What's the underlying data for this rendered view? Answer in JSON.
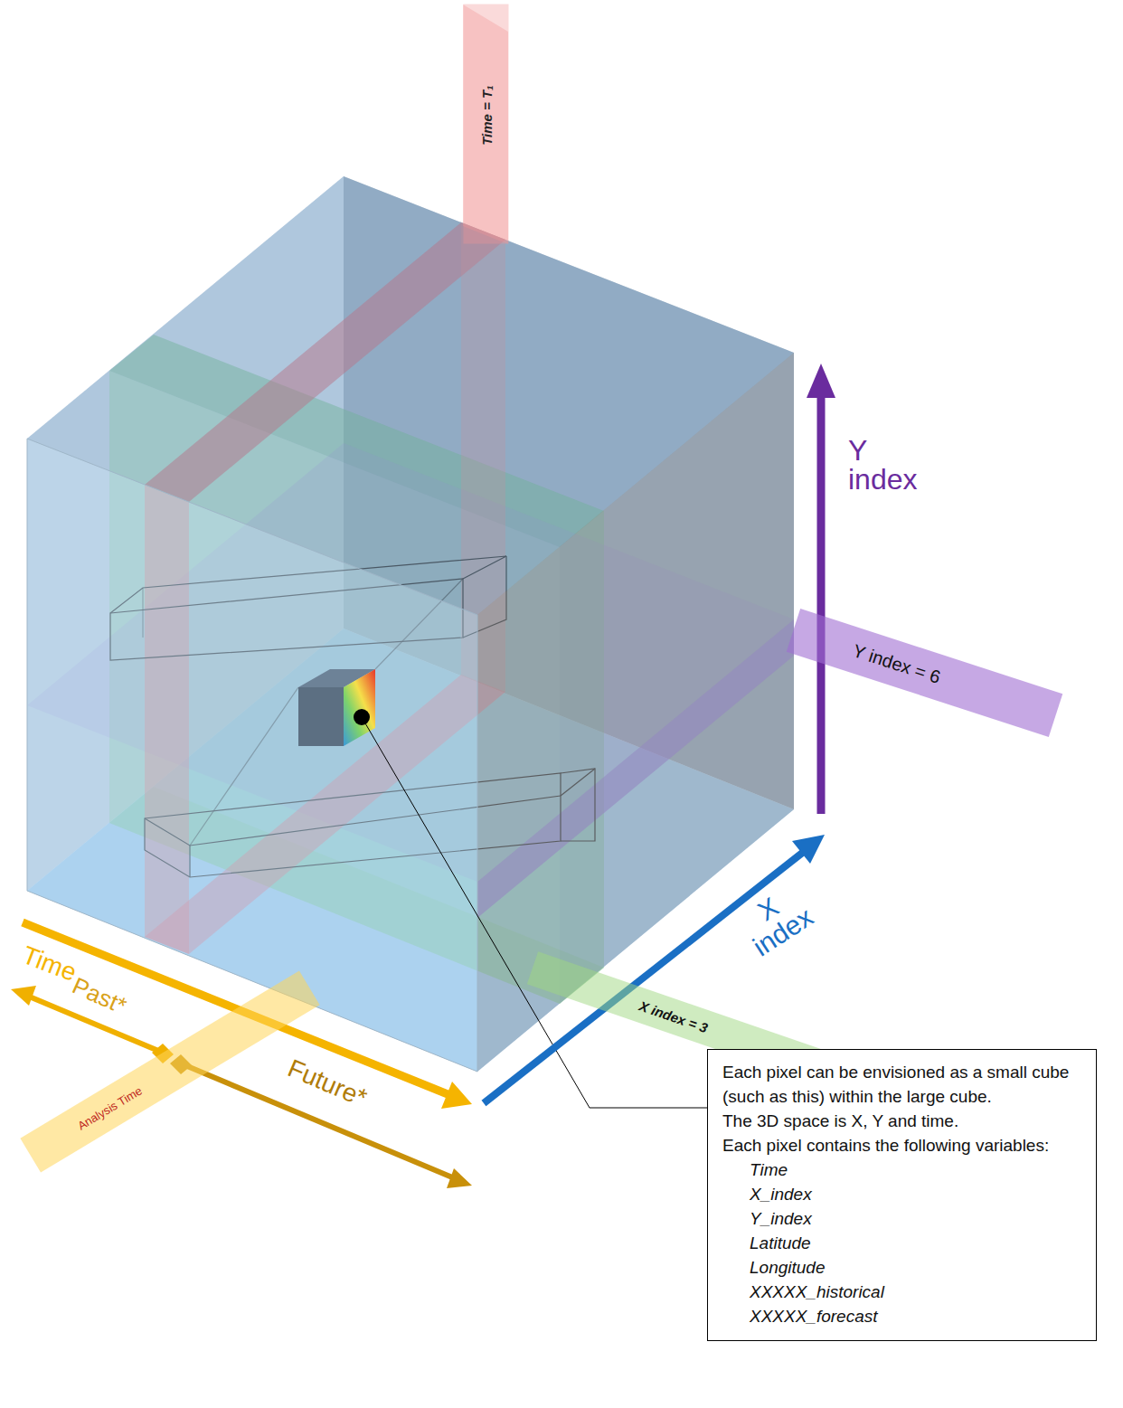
{
  "diagram": {
    "nodes": [
      {
        "text": [
          "Time = T₁"
        ]
      },
      {
        "text": [
          "Y index = 6"
        ]
      },
      {
        "text": [
          "X index = 3"
        ]
      },
      {
        "text": [
          "Analysis Time"
        ]
      },
      {
        "text": [
          "Each pixel can be envisioned as a small cube (such as this) within the large cube.",
          "The 3D space is X, Y and time.",
          "Each pixel contains the following variables:",
          "Time",
          "X_index",
          "Y_index",
          "Latitude",
          "Longitude",
          "XXXXX_historical",
          "XXXXX_forecast"
        ]
      }
    ],
    "labels": [
      "Y index",
      "X index",
      "Time",
      "Past*",
      "Future*"
    ]
  }
}
